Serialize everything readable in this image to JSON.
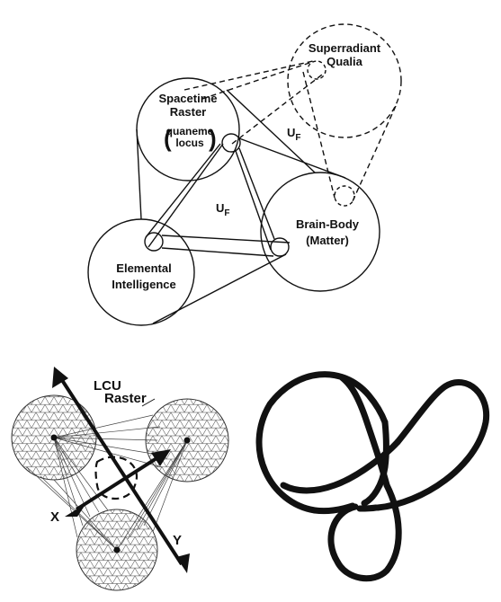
{
  "top_diagram": {
    "superradiant": {
      "line1": "Superradiant",
      "line2": "Qualia"
    },
    "spacetime": {
      "line1": "Spacetime",
      "line2": "Raster",
      "sub1": "quaneme",
      "sub2": "locus"
    },
    "brain": {
      "line1": "Brain-Body",
      "line2": "(Matter)"
    },
    "elemental": {
      "line1": "Elemental",
      "line2": "Intelligence"
    },
    "uf_label_1": {
      "main": "U",
      "sub": "F"
    },
    "uf_label_2": {
      "main": "U",
      "sub": "F"
    }
  },
  "lcu_diagram": {
    "lcu_label": "LCU",
    "raster_label": "Raster",
    "x_axis_label": "X",
    "y_axis_label": "Y"
  },
  "knot_diagram": {}
}
